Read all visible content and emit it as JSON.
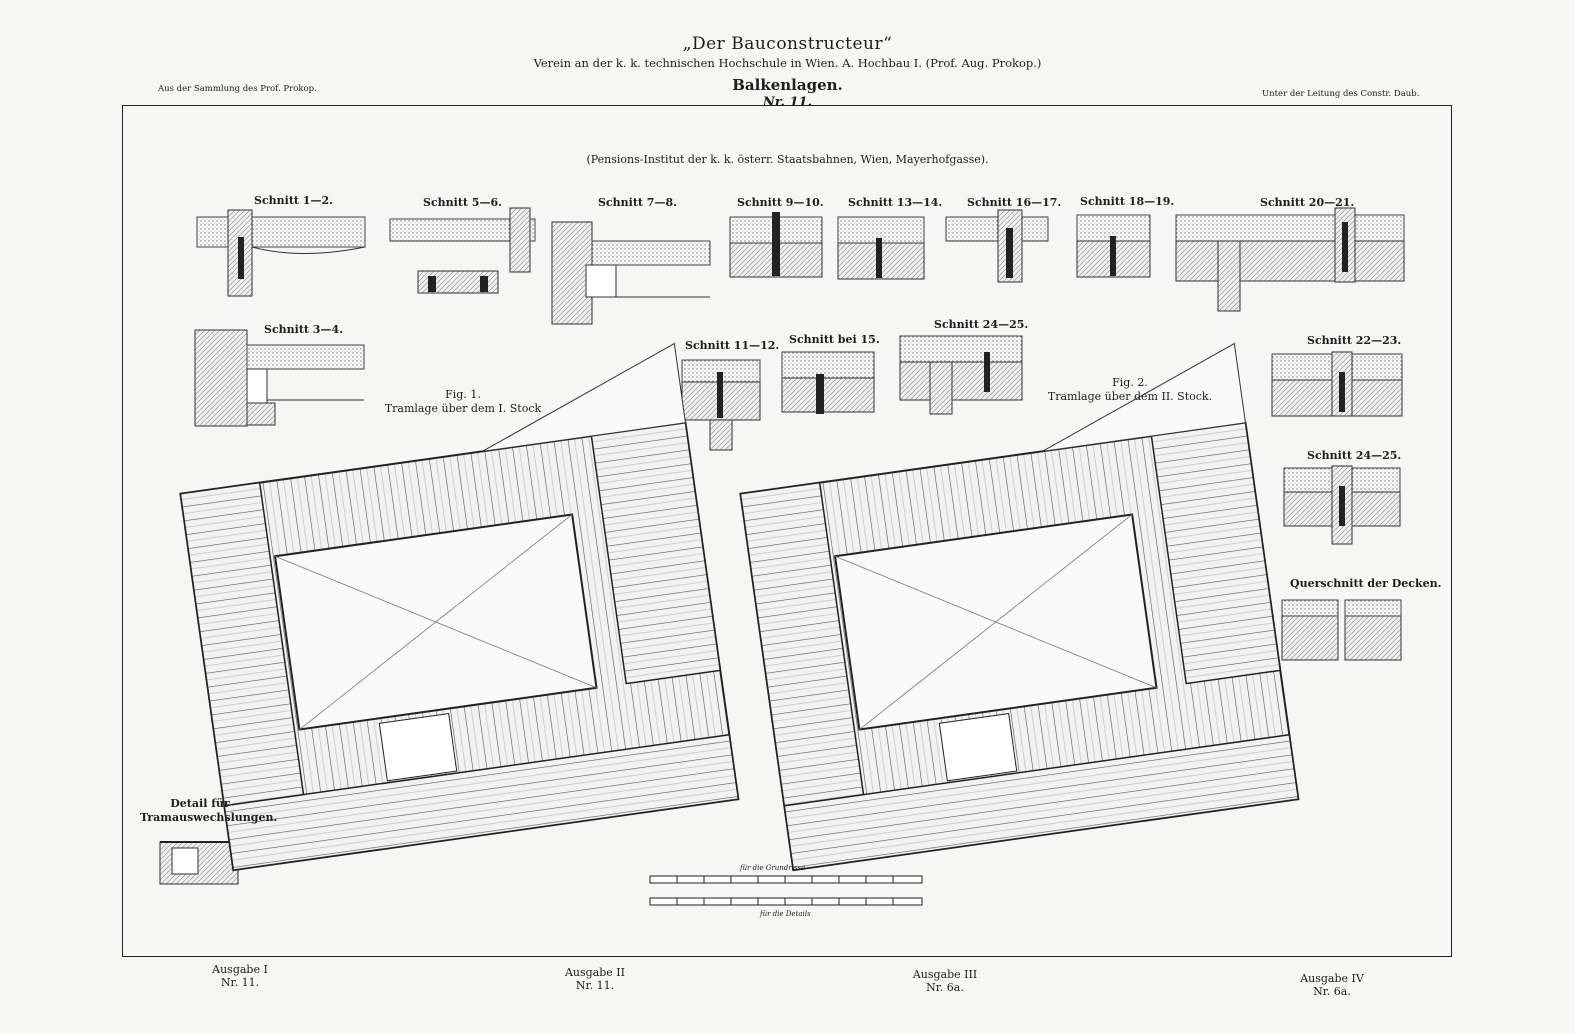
{
  "header": {
    "title": "„Der Bauconstructeur“",
    "subtitle": "Verein an der k. k. technischen Hochschule in Wien. A. Hochbau I. (Prof. Aug. Prokop.)",
    "left_note": "Aus der Sammlung des Prof. Prokop.",
    "right_note": "Unter der Leitung des Constr. Daub.",
    "heading": "Balkenlagen.",
    "number": "Nr. 11."
  },
  "caption": "(Pensions-Institut der k. k. österr. Staatsbahnen, Wien, Mayerhofgasse).",
  "sections": {
    "s1_2": "Schnitt 1—2.",
    "s5_6": "Schnitt 5—6.",
    "s7_8": "Schnitt 7—8.",
    "s9_10": "Schnitt 9—10.",
    "s13_14": "Schnitt 13—14.",
    "s16_17": "Schnitt 16—17.",
    "s18_19": "Schnitt 18—19.",
    "s20_21": "Schnitt 20—21.",
    "s3_4": "Schnitt 3—4.",
    "s11_12": "Schnitt 11—12.",
    "s_bei15": "Schnitt bei 15.",
    "s24_25a": "Schnitt 24—25.",
    "s22_23": "Schnitt 22—23.",
    "s24_25b": "Schnitt 24—25.",
    "querschnitt": "Querschnitt der Decken."
  },
  "figures": {
    "fig1_num": "Fig. 1.",
    "fig1_title": "Tramlage über dem I. Stock",
    "fig2_num": "Fig. 2.",
    "fig2_title": "Tramlage über dem II. Stock.",
    "detail": "Detail für Tramauswechslungen."
  },
  "scale": {
    "top_label": "für die Grundrisse",
    "bottom_label": "für die Details"
  },
  "footer": [
    {
      "ausgabe": "Ausgabe I",
      "nr": "Nr. 11."
    },
    {
      "ausgabe": "Ausgabe II",
      "nr": "Nr. 11."
    },
    {
      "ausgabe": "Ausgabe III",
      "nr": "Nr. 6a."
    },
    {
      "ausgabe": "Ausgabe IV",
      "nr": "Nr. 6a."
    }
  ],
  "colors": {
    "paper": "#f6f6f4",
    "ink": "#1d1d1d",
    "hatch": "#8a8a8a"
  }
}
